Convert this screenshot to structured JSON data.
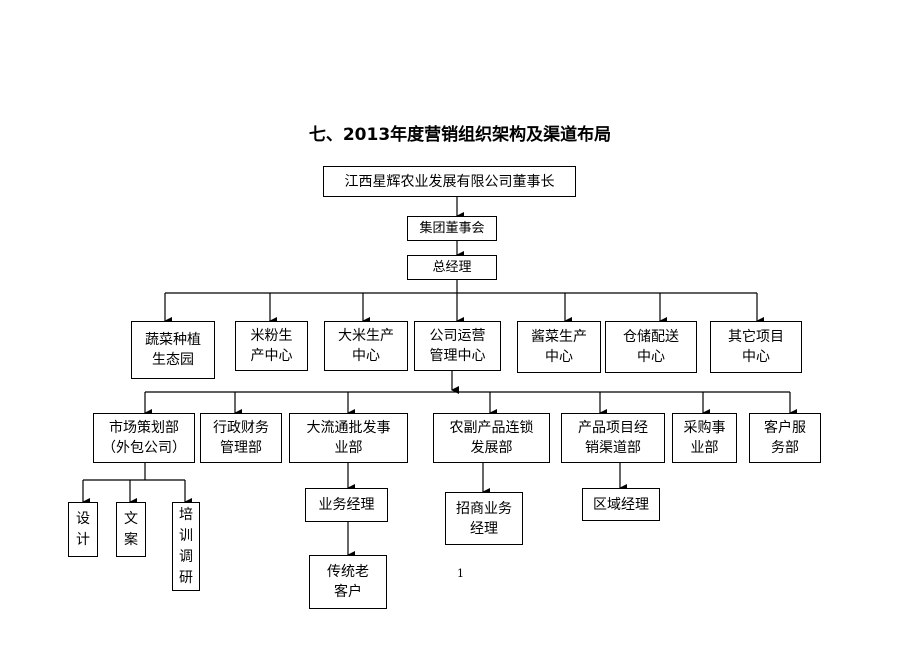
{
  "title": "七、2013年度营销组织架构及渠道布局",
  "page_number": "1",
  "nodes": {
    "chairman": "江西星辉农业发展有限公司董事长",
    "board": "集团董事会",
    "gm": "总经理",
    "veg_planting": "蔬菜种植\n生态园",
    "rice_noodle": "米粉生\n产中心",
    "rice_prod": "大米生产\n中心",
    "company_ops": "公司运营\n管理中心",
    "pickle_prod": "酱菜生产\n中心",
    "warehouse": "仓储配送\n中心",
    "other_projects": "其它项目\n中心",
    "marketing": "市场策划部\n（外包公司）",
    "admin_finance": "行政财务\n管理部",
    "wholesale": "大流通批发事\n业部",
    "agri_chain": "农副产品连锁\n发展部",
    "product_channel": "产品项目经\n销渠道部",
    "purchasing": "采购事\n业部",
    "customer_service": "客户服\n务部",
    "design": "设\n计",
    "copywriting": "文\n案",
    "training": "培\n训\n调\n研",
    "biz_manager": "业务经理",
    "traditional_clients": "传统老\n客户",
    "franchise_manager": "招商业务\n经理",
    "regional_manager": "区域经理"
  }
}
